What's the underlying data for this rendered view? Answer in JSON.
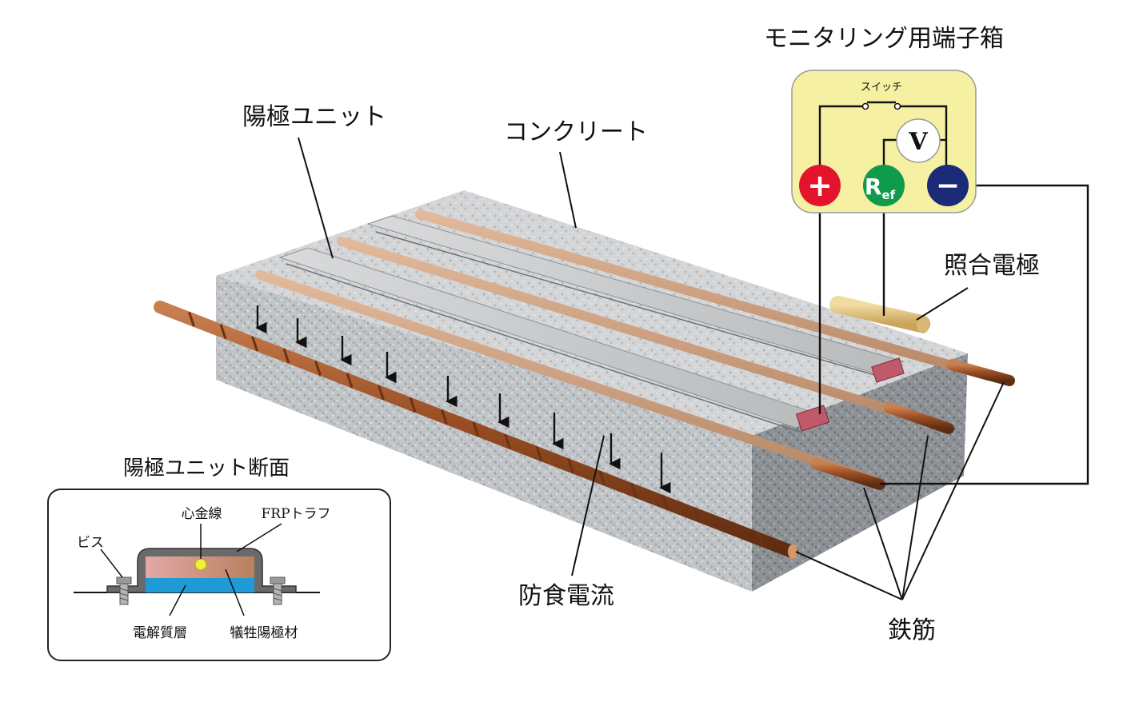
{
  "labels": {
    "terminal_box_title": "モニタリング用端子箱",
    "switch": "スイッチ",
    "voltmeter": "V",
    "plus": "+",
    "minus": "−",
    "ref_main": "R",
    "ref_sub": "ef",
    "anode_unit": "陽極ユニット",
    "concrete": "コンクリート",
    "reference_electrode": "照合電極",
    "protection_current": "防食電流",
    "rebar": "鉄筋",
    "section_title": "陽極ユニット断面",
    "core_wire": "心金線",
    "frp_trough": "FRPトラフ",
    "screw": "ビス",
    "electrolyte_layer": "電解質層",
    "sacrificial_anode": "犠牲陽極材"
  },
  "colors": {
    "box_fill": "#f6f0a2",
    "plus_terminal": "#e3132b",
    "ref_terminal": "#0f9a4c",
    "minus_terminal": "#1c2b78",
    "rebar": "#9b4f25",
    "anode_plate": "#c9cacb",
    "electrolyte": "#1e9ad6",
    "anode_material": "#d9a7a0",
    "core_wire": "#f3ee3c"
  }
}
